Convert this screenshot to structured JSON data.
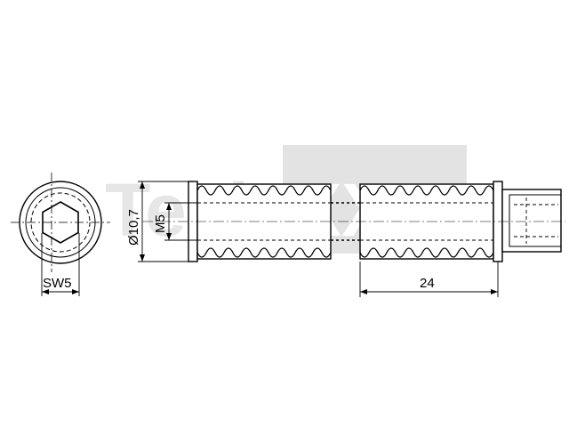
{
  "watermark": {
    "left_text": "Tech",
    "right_text": "XXL",
    "left_color": "#e6e6e6",
    "right_bg_color": "#e3e3e3",
    "right_text_color": "#ffffff"
  },
  "dimensions": {
    "across_flats": "SW5",
    "outer_diameter": "Ø10,7",
    "thread": "M5",
    "length": "24"
  },
  "colors": {
    "line": "#000000",
    "background": "#ffffff"
  }
}
